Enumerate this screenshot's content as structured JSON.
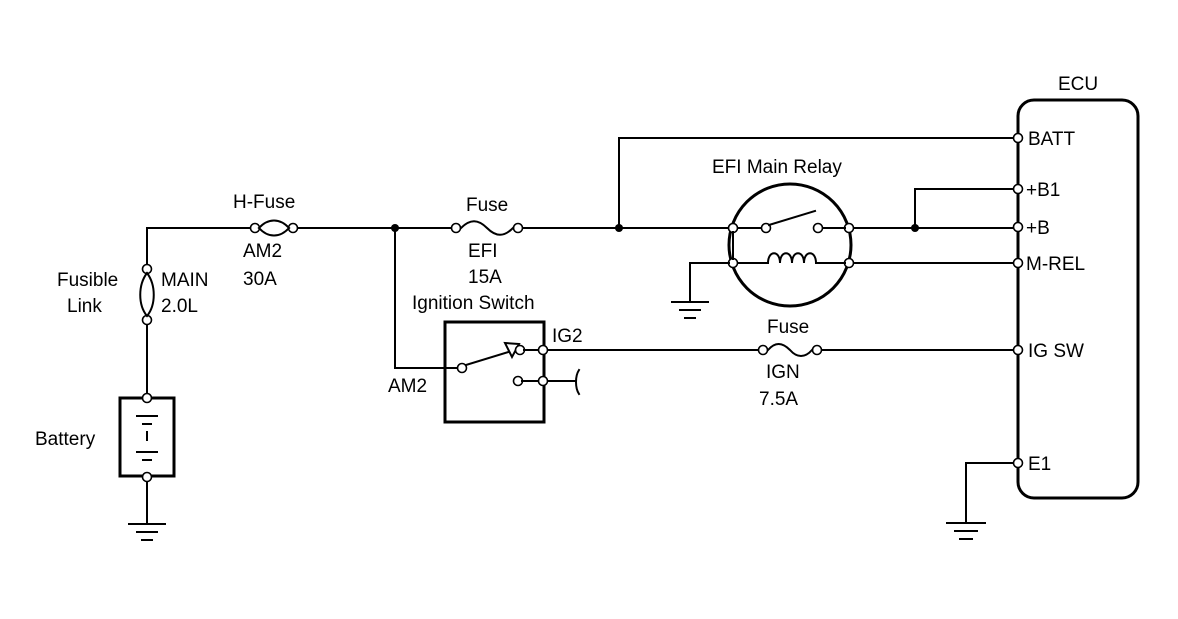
{
  "ecu": {
    "title": "ECU",
    "pins": {
      "batt": "BATT",
      "b1": "+B1",
      "b": "+B",
      "mrel": "M-REL",
      "igsw": "IG SW",
      "e1": "E1"
    }
  },
  "relay": {
    "title": "EFI Main Relay"
  },
  "hfuse": {
    "title": "H-Fuse",
    "name": "AM2",
    "rating": "30A"
  },
  "efi_fuse": {
    "title": "Fuse",
    "name": "EFI",
    "rating": "15A"
  },
  "ign_fuse": {
    "title": "Fuse",
    "name": "IGN",
    "rating": "7.5A"
  },
  "fusible_link": {
    "line1": "Fusible",
    "line2": "Link",
    "name": "MAIN",
    "rating": "2.0L"
  },
  "battery": {
    "label": "Battery"
  },
  "ignition_switch": {
    "title": "Ignition Switch",
    "in_label": "AM2",
    "out_label": "IG2"
  }
}
